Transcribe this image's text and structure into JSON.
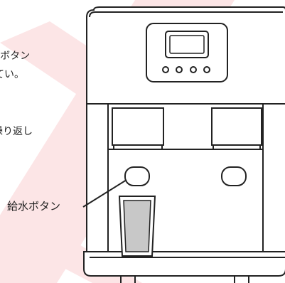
{
  "annotations": {
    "line1": "kボタン",
    "line2": "てい。",
    "line3": "繰り返し",
    "callout": "給水ボタン"
  },
  "control_panel": {
    "indicator_count": 4
  },
  "colors": {
    "outline": "#222222",
    "watermark": "#e8323c",
    "cup_fill": "#c8c8c8"
  },
  "icons": {
    "watermark": "diagonal-stripes-watermark"
  }
}
